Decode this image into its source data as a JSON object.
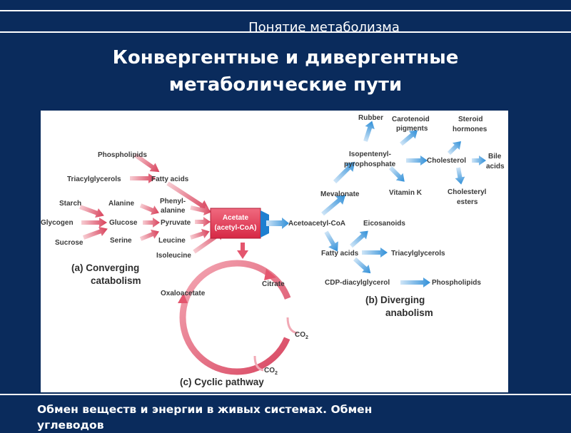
{
  "slide": {
    "subtitle": "Понятие метаболизма",
    "title_line1": "Конвергентные и дивергентные",
    "title_line2": "метаболические пути",
    "footer_line1": "Обмен веществ и энергии в живых системах. Обмен",
    "footer_line2": "углеводов"
  },
  "diagram": {
    "converging": {
      "phospholipids": "Phospholipids",
      "triacylglycerols": "Triacylglycerols",
      "fatty_acids": "Fatty acids",
      "starch": "Starch",
      "glycogen": "Glycogen",
      "sucrose": "Sucrose",
      "alanine": "Alanine",
      "glucose": "Glucose",
      "serine": "Serine",
      "phenyl_line1": "Phenyl-",
      "phenyl_line2": "alanine",
      "pyruvate": "Pyruvate",
      "leucine": "Leucine",
      "isoleucine": "Isoleucine",
      "caption_line1": "(a) Converging",
      "caption_line2": "catabolism"
    },
    "center": {
      "line1": "Acetate",
      "line2": "(acetyl-CoA)"
    },
    "diverging": {
      "acetoacetyl": "Acetoacetyl-CoA",
      "mevalonate": "Mevalonate",
      "ipp_line1": "Isopentenyl-",
      "ipp_line2": "pyrophosphate",
      "rubber": "Rubber",
      "carotenoid_line1": "Carotenoid",
      "carotenoid_line2": "pigments",
      "vitamin_k": "Vitamin K",
      "cholesterol": "Cholesterol",
      "steroid_line1": "Steroid",
      "steroid_line2": "hormones",
      "bile_line1": "Bile",
      "bile_line2": "acids",
      "chol_esters_line1": "Cholesteryl",
      "chol_esters_line2": "esters",
      "eicosanoids": "Eicosanoids",
      "fatty_acids": "Fatty acids",
      "triacylglycerols": "Triacylglycerols",
      "cdp": "CDP-diacylglycerol",
      "phospholipids": "Phospholipids",
      "caption_line1": "(b) Diverging",
      "caption_line2": "anabolism"
    },
    "cyclic": {
      "citrate": "Citrate",
      "oxaloacetate": "Oxaloacetate",
      "co2_a": "CO",
      "co2_a_sub": "2",
      "co2_b": "CO",
      "co2_b_sub": "2",
      "caption": "(c) Cyclic pathway"
    }
  },
  "colors": {
    "background": "#0a2b5c",
    "converging_arrow": "#d8405a",
    "diverging_arrow": "#2f8fd8",
    "center_box": "#e8344f"
  }
}
